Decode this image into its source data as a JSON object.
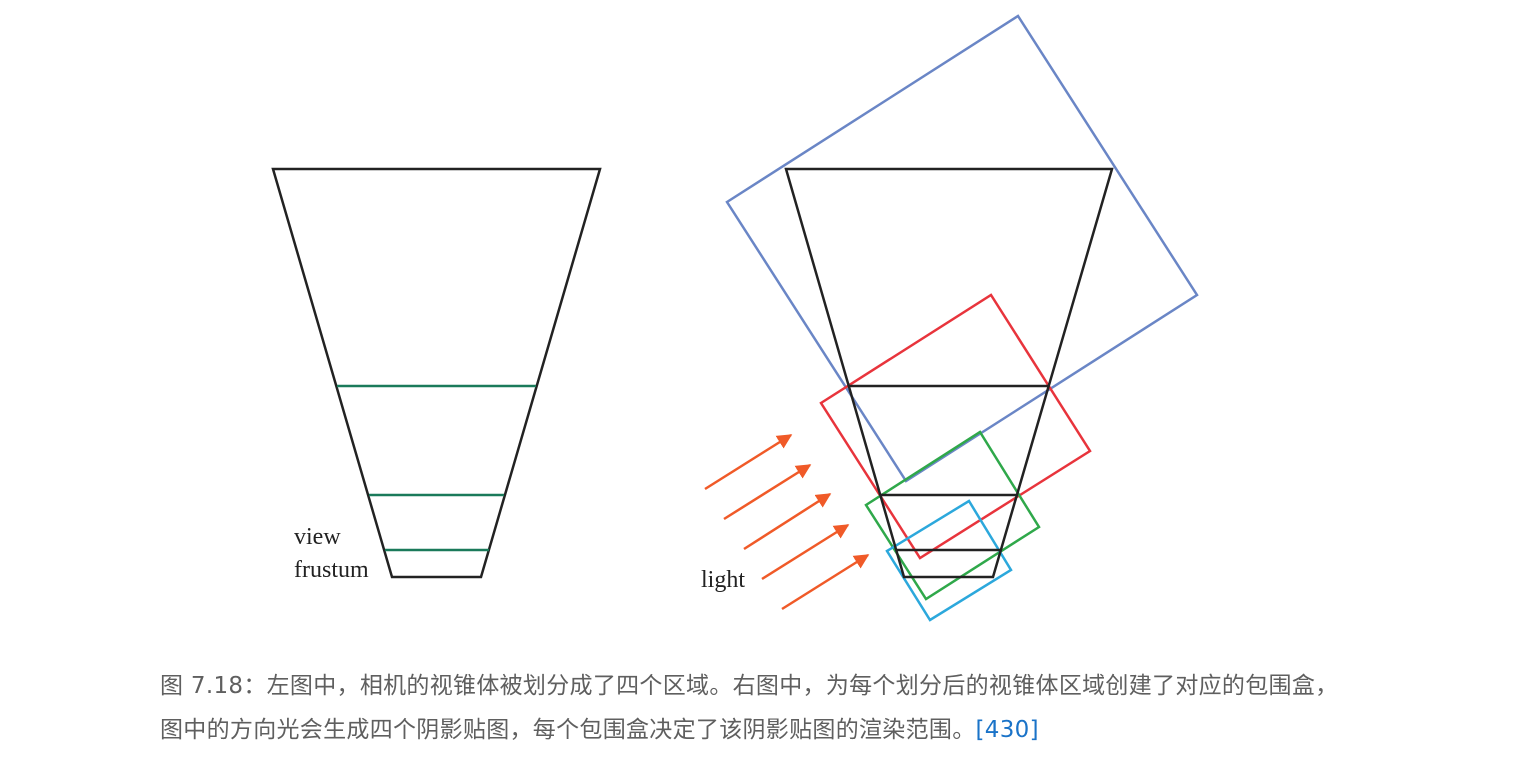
{
  "figure": {
    "left_label_line1": "view",
    "left_label_line2": "frustum",
    "right_label": "light",
    "colors": {
      "frustum_outline": "#222222",
      "left_split_lines": "#1a7a5a",
      "box_blue": "#6a86c6",
      "box_red": "#e8343c",
      "box_green": "#2fa84a",
      "box_cyan": "#2ca8dc",
      "arrow": "#f05a28"
    },
    "icons": [
      "light-arrow-icon"
    ]
  },
  "caption": {
    "text": "图 7.18：左图中，相机的视锥体被划分成了四个区域。右图中，为每个划分后的视锥体区域创建了对应的包围盒，图中的方向光会生成四个阴影贴图，每个包围盒决定了该阴影贴图的渲染范围。",
    "ref": "[430]"
  }
}
